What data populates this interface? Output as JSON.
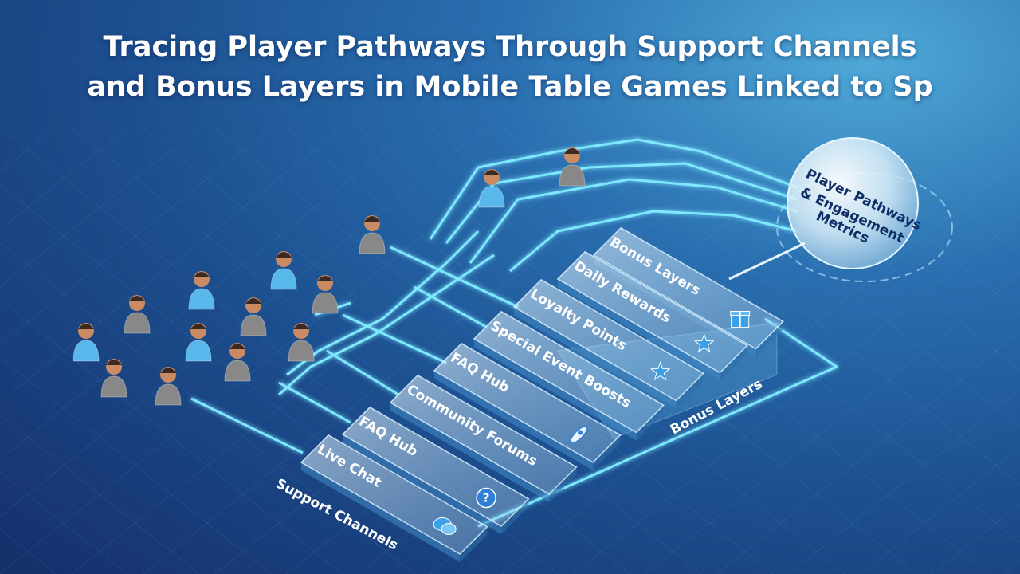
{
  "title": {
    "line1": "Tracing Player Pathways Through Support Channels",
    "line2": "and Bonus Layers in Mobile Table Games Linked to Sp"
  },
  "bubble": {
    "line1": "Player Pathways",
    "line2": "& Engagement",
    "line3": "Metrics"
  },
  "bonus_stack": {
    "label": "Bonus Layers",
    "cards": [
      {
        "label": "Bonus Layers",
        "icon": "gift-icon"
      },
      {
        "label": "Daily Rewards",
        "icon": "star-icon"
      },
      {
        "label": "Loyalty Points",
        "icon": "star-icon"
      },
      {
        "label": "Special Event Boosts",
        "icon": ""
      }
    ]
  },
  "support_stack": {
    "label": "Support Channels",
    "cards": [
      {
        "label": "FAQ Hub",
        "icon": "rocket-icon"
      },
      {
        "label": "Community Forums",
        "icon": ""
      },
      {
        "label": "FAQ Hub",
        "icon": "question-icon"
      },
      {
        "label": "Live Chat",
        "icon": "chat-icon"
      }
    ]
  },
  "colors": {
    "glow": "#7ee8ff",
    "card_fill": "#cfe8f6",
    "accent_blue": "#3aa0e8",
    "player_skin": "#c98a64"
  }
}
